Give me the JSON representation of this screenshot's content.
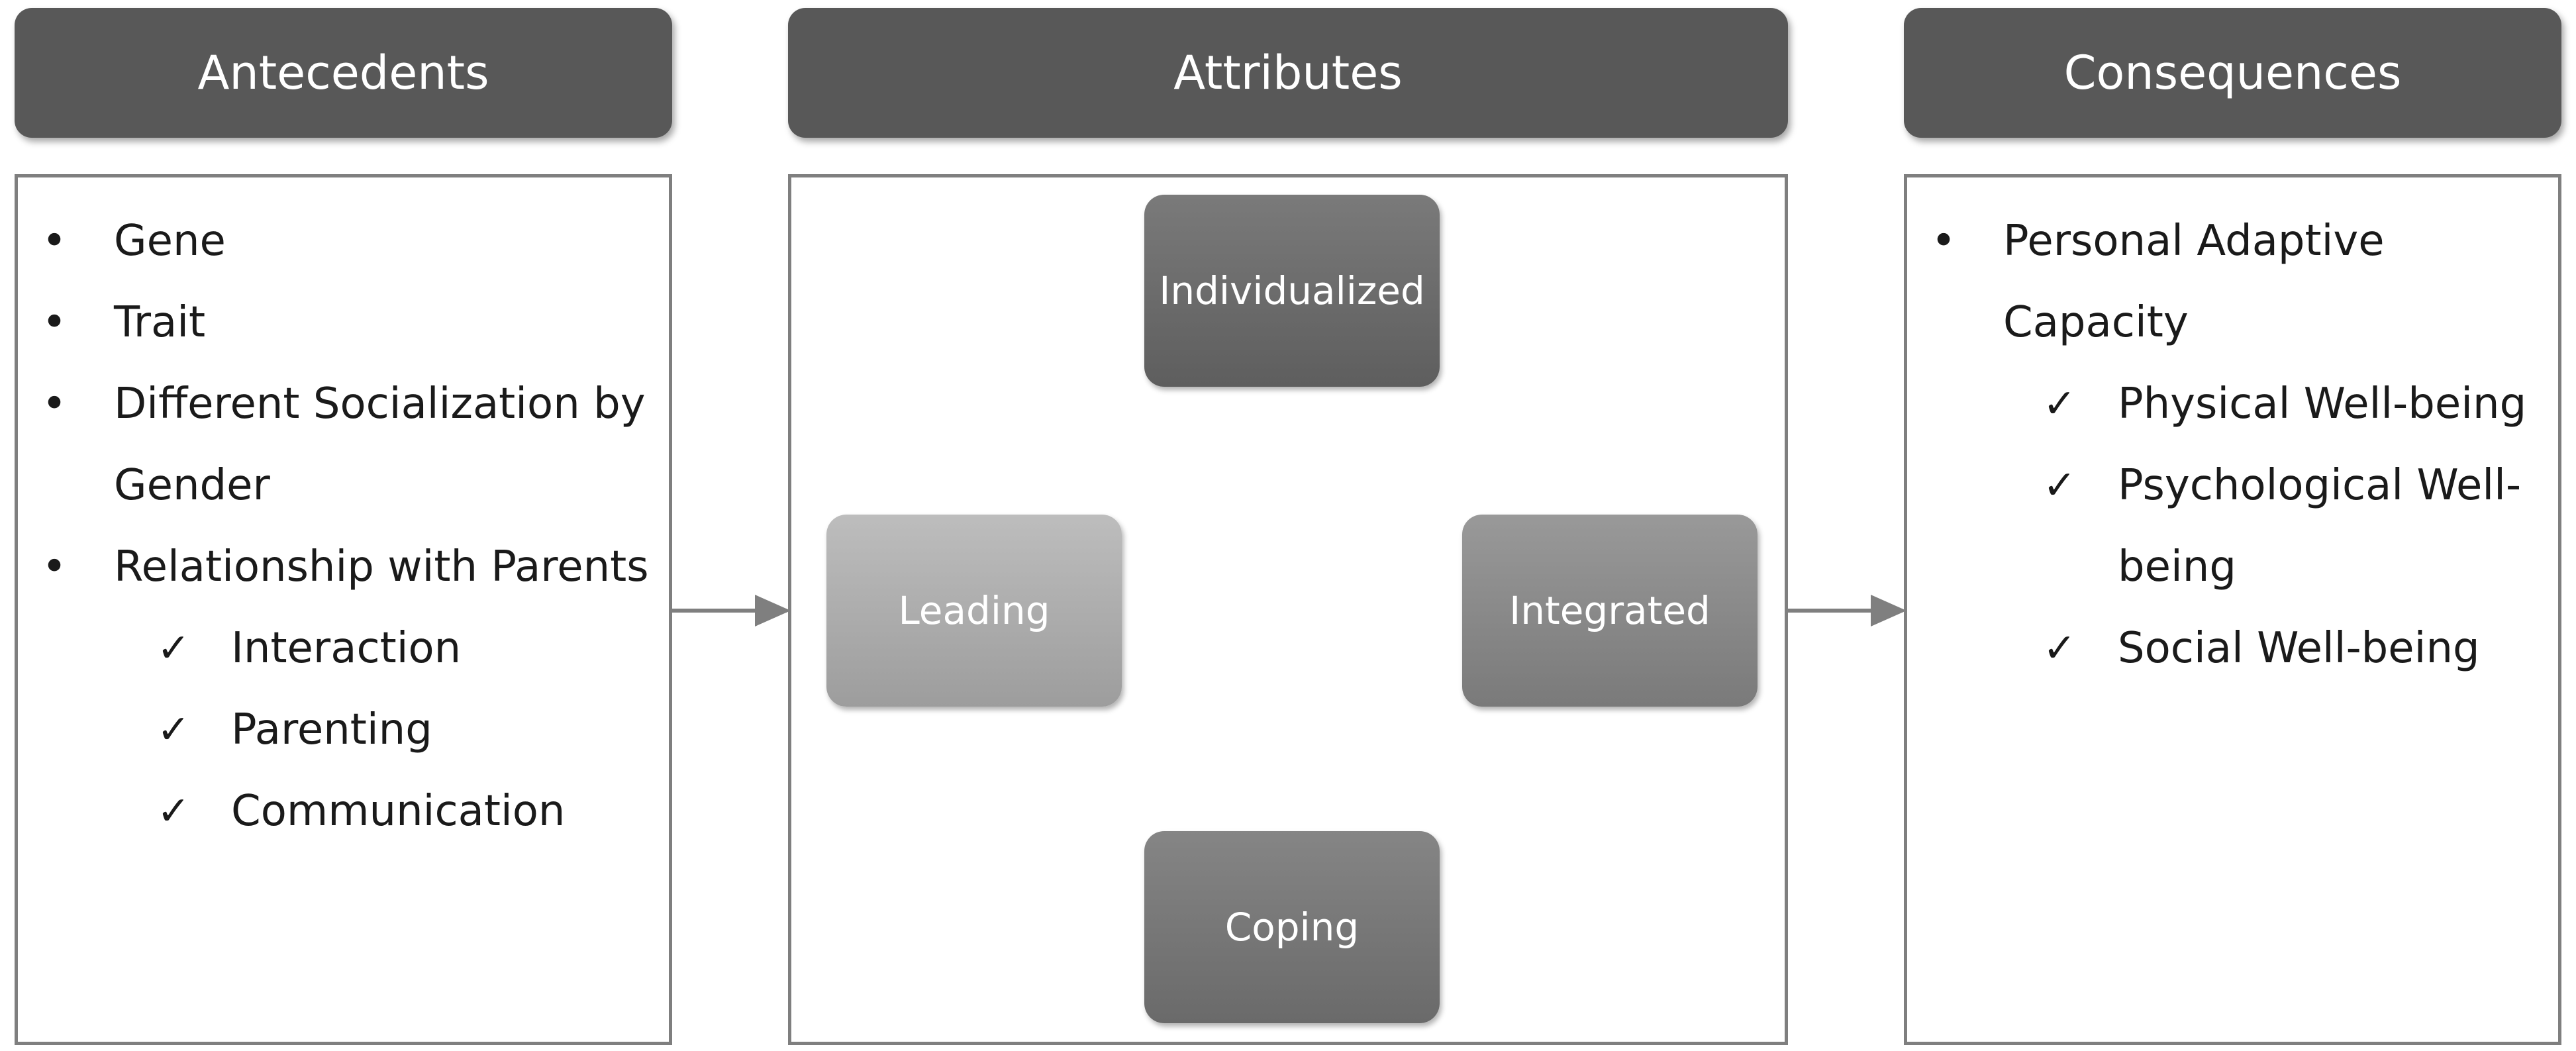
{
  "headers": {
    "antecedents": "Antecedents",
    "attributes": "Attributes",
    "consequences": "Consequences"
  },
  "antecedents": {
    "items": [
      {
        "text": "Gene"
      },
      {
        "text": "Trait"
      },
      {
        "text": "Different Socialization by",
        "cont": "Gender"
      },
      {
        "text": "Relationship with Parents",
        "sub": [
          "Interaction",
          "Parenting",
          "Communication"
        ]
      }
    ]
  },
  "attributes": {
    "top": "Individualized",
    "left": "Leading",
    "right": "Integrated",
    "bottom": "Coping"
  },
  "consequences": {
    "items": [
      {
        "text": "Personal Adaptive",
        "cont": "Capacity",
        "sub": [
          {
            "text": "Physical Well-being"
          },
          {
            "text": "Psychological Well-",
            "cont": "being"
          },
          {
            "text": "Social Well-being"
          }
        ]
      }
    ]
  },
  "symbols": {
    "bullet": "•",
    "check": "✓"
  },
  "colors": {
    "header_bg": "#585858",
    "panel_border": "#7f7f7f",
    "arrow": "#7f7f7f"
  }
}
